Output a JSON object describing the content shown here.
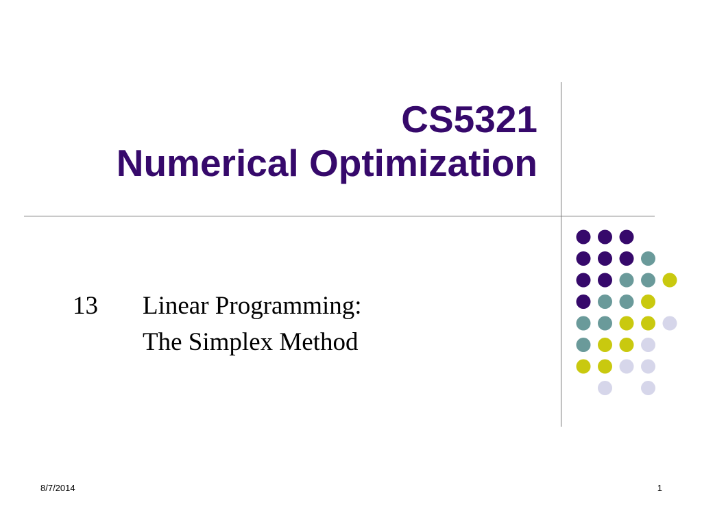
{
  "title": {
    "line1": "CS5321",
    "line2": "Numerical Optimization"
  },
  "subtitle": {
    "number": "13",
    "line1": "Linear Programming:",
    "line2": "The Simplex Method"
  },
  "footer": {
    "date": "8/7/2014",
    "page": "1"
  },
  "colors": {
    "title": "#36096b",
    "dot_purple": "#36096b",
    "dot_teal": "#6a9a9a",
    "dot_yellow": "#c9c90f",
    "dot_lavender": "#d6d6ea",
    "rule": "#777777"
  },
  "dot_pattern": [
    [
      "purple",
      "purple",
      "purple",
      null,
      null
    ],
    [
      "purple",
      "purple",
      "purple",
      "teal",
      null
    ],
    [
      "purple",
      "purple",
      "teal",
      "teal",
      "yellow"
    ],
    [
      "purple",
      "teal",
      "teal",
      "yellow",
      null
    ],
    [
      "teal",
      "teal",
      "yellow",
      "yellow",
      "lavender"
    ],
    [
      "teal",
      "yellow",
      "yellow",
      "lavender",
      null
    ],
    [
      "yellow",
      "yellow",
      "lavender",
      "lavender",
      null
    ],
    [
      null,
      "lavender",
      null,
      "lavender",
      null
    ]
  ]
}
